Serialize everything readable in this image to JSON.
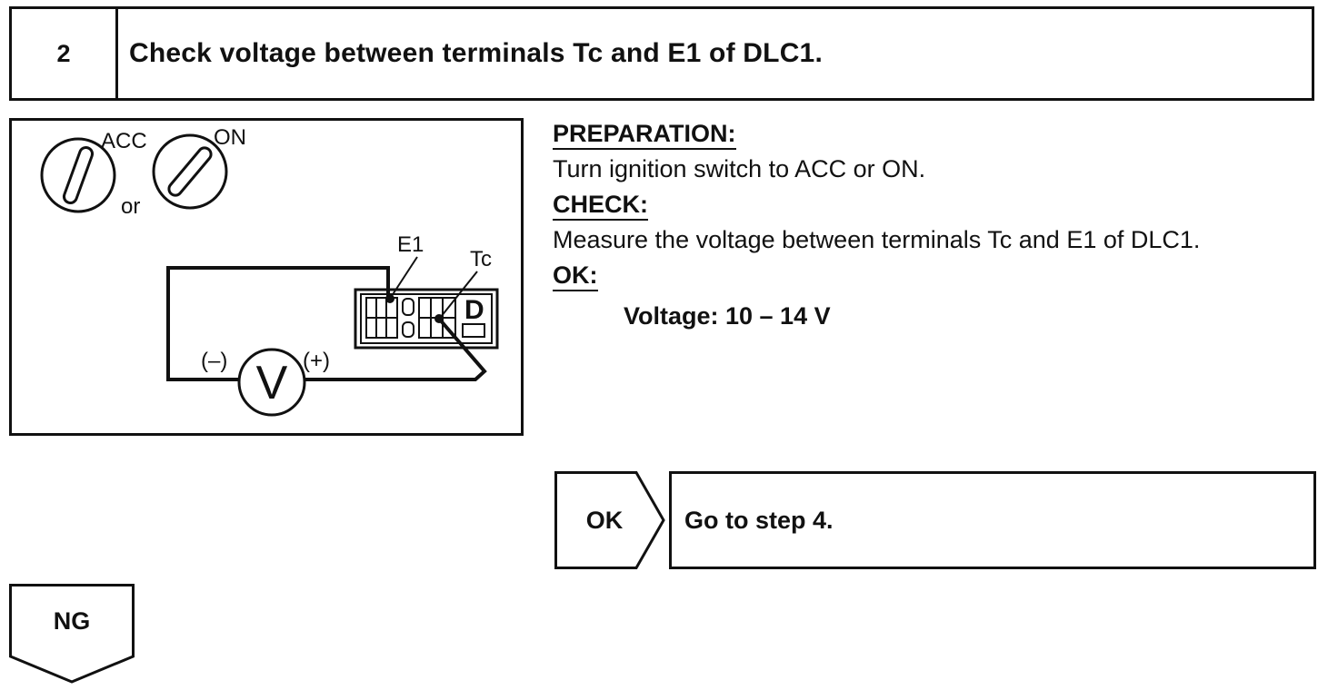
{
  "step": {
    "number": "2",
    "title": "Check voltage between terminals Tc and E1 of DLC1."
  },
  "figure": {
    "switch_left_label": "ACC",
    "switch_right_label": "ON",
    "or_label": "or",
    "terminal_e1": "E1",
    "terminal_tc": "Tc",
    "connector_letter": "D",
    "meter_symbol": "V",
    "minus_label": "(–)",
    "plus_label": "(+)"
  },
  "instructions": {
    "preparation_heading": "PREPARATION:",
    "preparation_text": "Turn ignition switch to ACC or ON.",
    "check_heading": "CHECK:",
    "check_text": "Measure the voltage between terminals Tc and E1 of DLC1.",
    "ok_heading": "OK:",
    "ok_spec": "Voltage: 10 – 14 V"
  },
  "results": {
    "ok_label": "OK",
    "ok_action": "Go to step 4.",
    "ng_label": "NG"
  }
}
